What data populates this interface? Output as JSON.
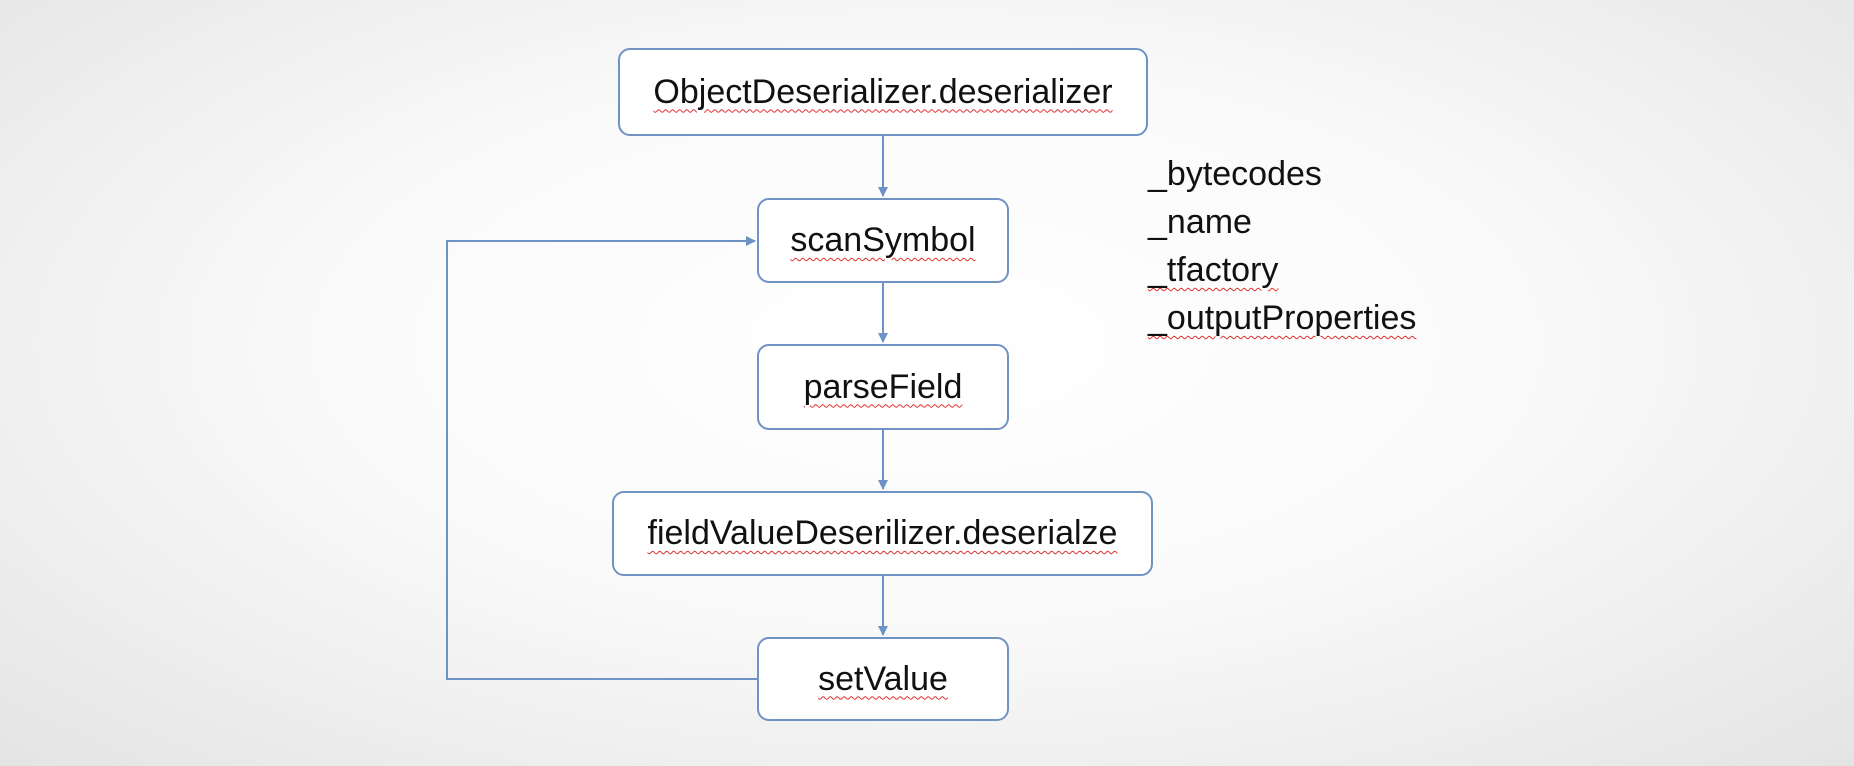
{
  "diagram": {
    "nodes": [
      {
        "id": "object-deserializer",
        "label": "ObjectDeserializer.deserializer"
      },
      {
        "id": "scan-symbol",
        "label": "scanSymbol"
      },
      {
        "id": "parse-field",
        "label": "parseField"
      },
      {
        "id": "field-value-deserializer",
        "label": "fieldValueDeserilizer.deserialze"
      },
      {
        "id": "set-value",
        "label": "setValue"
      }
    ],
    "edges": [
      {
        "from": "object-deserializer",
        "to": "scan-symbol"
      },
      {
        "from": "scan-symbol",
        "to": "parse-field"
      },
      {
        "from": "parse-field",
        "to": "field-value-deserializer"
      },
      {
        "from": "field-value-deserializer",
        "to": "set-value"
      },
      {
        "from": "set-value",
        "to": "scan-symbol"
      }
    ],
    "colors": {
      "box_border": "#7093c4",
      "connector": "#6d93c6",
      "spellcheck_underline": "#e03030",
      "text": "#111111"
    }
  },
  "field_list": {
    "items": [
      "_bytecodes",
      "_name",
      "_tfactory",
      "_outputProperties"
    ]
  }
}
